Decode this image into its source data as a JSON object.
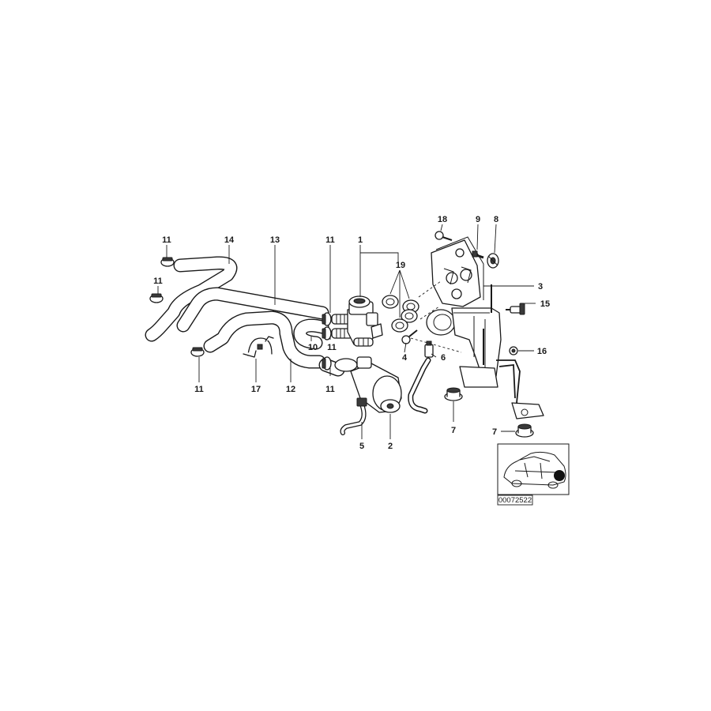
{
  "callouts": [
    {
      "label": "18"
    },
    {
      "label": "9"
    },
    {
      "label": "8"
    },
    {
      "label": "11"
    },
    {
      "label": "14"
    },
    {
      "label": "13"
    },
    {
      "label": "11"
    },
    {
      "label": "1"
    },
    {
      "label": "19"
    },
    {
      "label": "3"
    },
    {
      "label": "11"
    },
    {
      "label": "15"
    },
    {
      "label": "10"
    },
    {
      "label": "11"
    },
    {
      "label": "4"
    },
    {
      "label": "6"
    },
    {
      "label": "16"
    },
    {
      "label": "11"
    },
    {
      "label": "17"
    },
    {
      "label": "12"
    },
    {
      "label": "11"
    },
    {
      "label": "5"
    },
    {
      "label": "2"
    },
    {
      "label": "7"
    },
    {
      "label": "7"
    }
  ],
  "reference_number": "00072522"
}
